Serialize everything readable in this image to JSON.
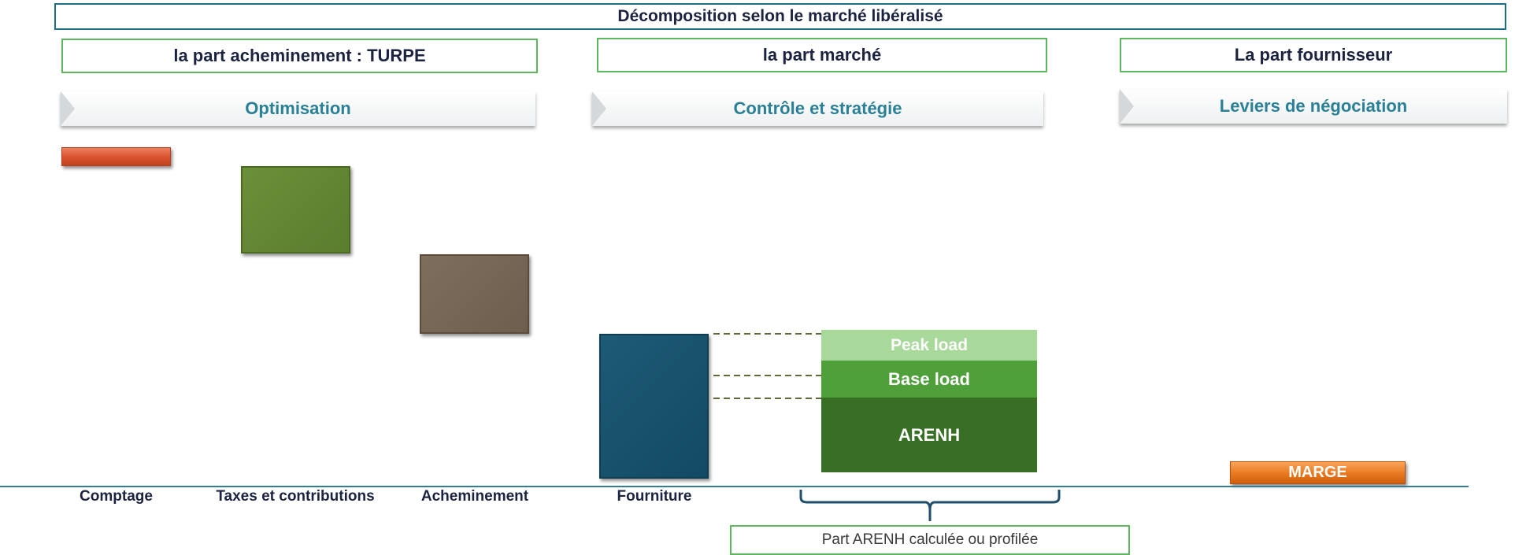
{
  "title": "Décomposition selon le marché libéralisé",
  "sections": [
    {
      "header": "la part acheminement : TURPE",
      "banner": "Optimisation"
    },
    {
      "header": "la part marché",
      "banner": "Contrôle et stratégie"
    },
    {
      "header": "La part fournisseur",
      "banner": "Leviers de négociation"
    }
  ],
  "categories": [
    "Comptage",
    "Taxes et contributions",
    "Acheminement",
    "Fourniture"
  ],
  "breakdown": {
    "peak": "Peak load",
    "base": "Base load",
    "arenh": "ARENH"
  },
  "marge": "MARGE",
  "note": "Part ARENH calculée ou profilée",
  "colors": {
    "comptage": "#d9522e",
    "taxes": "#5a7d2e",
    "acheminement": "#6e5e4d",
    "fourniture": "#134a63",
    "peak": "#a9d99a",
    "base": "#4f9f3a",
    "arenh": "#386f25",
    "marge": "#e8781f",
    "accent": "#2a8096"
  }
}
